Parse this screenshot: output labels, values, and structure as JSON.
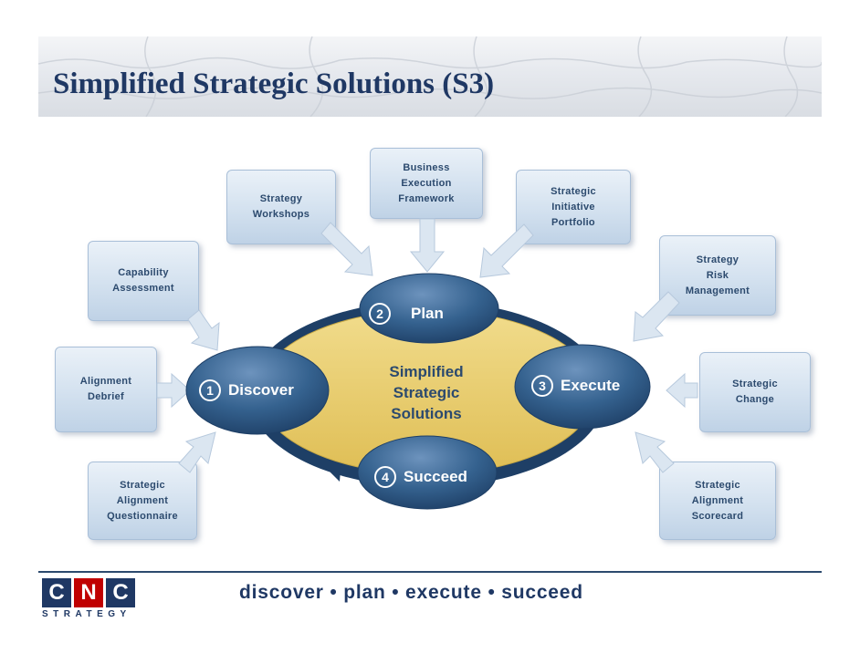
{
  "title": "Simplified Strategic Solutions (S3)",
  "center_label": "Simplified\nStrategic\nSolutions",
  "nodes": {
    "plan": {
      "number": "2",
      "label": "Plan"
    },
    "discover": {
      "number": "1",
      "label": "Discover"
    },
    "execute": {
      "number": "3",
      "label": "Execute"
    },
    "succeed": {
      "number": "4",
      "label": "Succeed"
    }
  },
  "boxes": {
    "business_execution_framework": "Business\nExecution\nFramework",
    "strategy_workshops": "Strategy\nWorkshops",
    "strategic_initiative_portfolio": "Strategic\nInitiative\nPortfolio",
    "capability_assessment": "Capability\nAssessment",
    "strategy_risk_management": "Strategy\nRisk\nManagement",
    "alignment_debrief": "Alignment\nDebrief",
    "strategic_change": "Strategic\nChange",
    "strategic_alignment_questionnaire": "Strategic\nAlignment\nQuestionnaire",
    "strategic_alignment_scorecard": "Strategic\nAlignment\nScorecard"
  },
  "footer": {
    "logo_letters": [
      "C",
      "N",
      "C"
    ],
    "logo_subtitle": "STRATEGY",
    "tagline": "discover • plan • execute • succeed"
  },
  "colors": {
    "title": "#1f3864",
    "node_fill": "#35628f",
    "ellipse_fill": "#e8cc6a",
    "box_text": "#2c4a6e",
    "arrow": "#dbe6f1",
    "logo_accent": "#c00000"
  }
}
